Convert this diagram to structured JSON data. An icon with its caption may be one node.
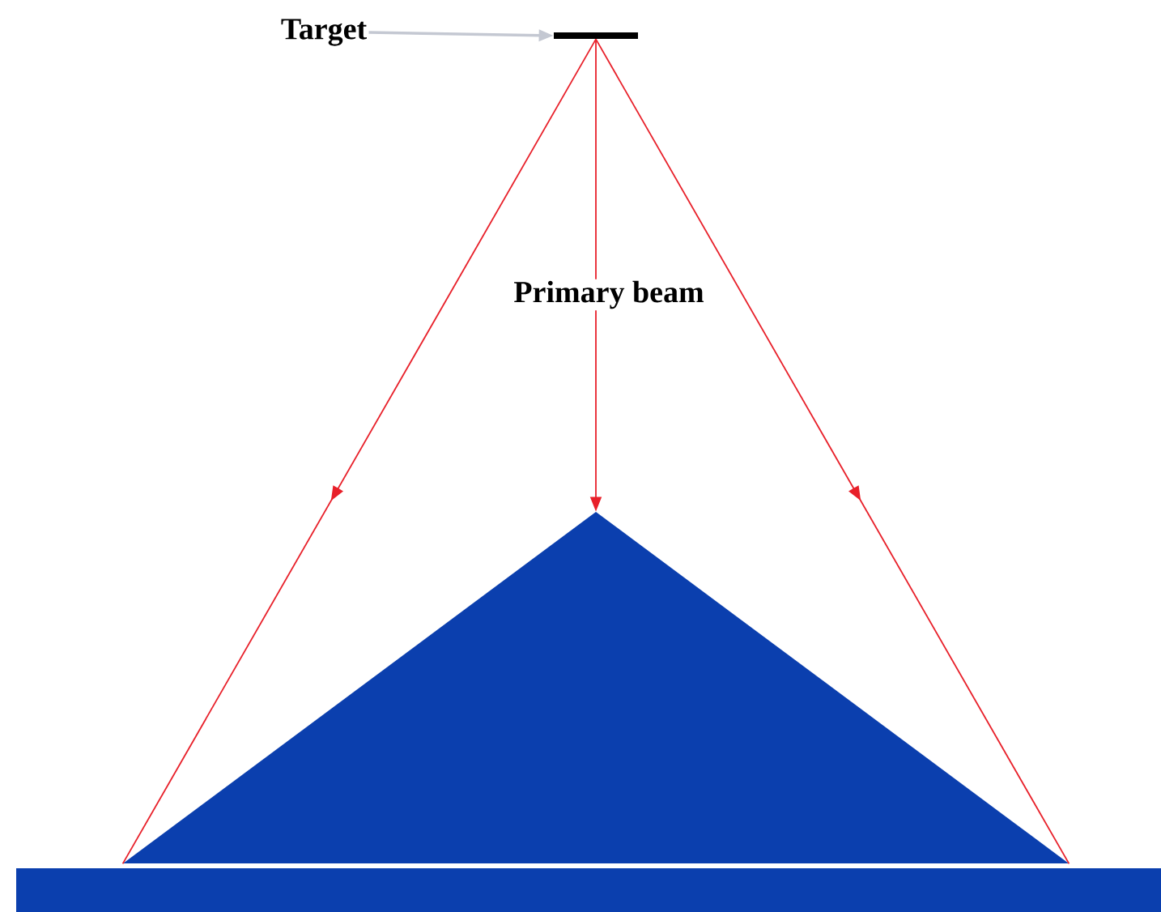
{
  "diagram": {
    "nodes": [
      {
        "text": [
          "Target"
        ]
      },
      {
        "text": [],
        "shape": "bar"
      },
      {
        "text": [],
        "shape": "triangle"
      },
      {
        "text": [],
        "shape": "box"
      }
    ],
    "edges": [
      {
        "from": 0,
        "to": 1,
        "arrow": "to",
        "color": "#c4c8d2"
      },
      {
        "from": 1,
        "to": 2,
        "arrow": "to"
      },
      {
        "from": 1,
        "to": 2,
        "label": "Primary beam",
        "arrow": "to"
      },
      {
        "from": 1,
        "to": 2,
        "arrow": "to"
      }
    ]
  }
}
